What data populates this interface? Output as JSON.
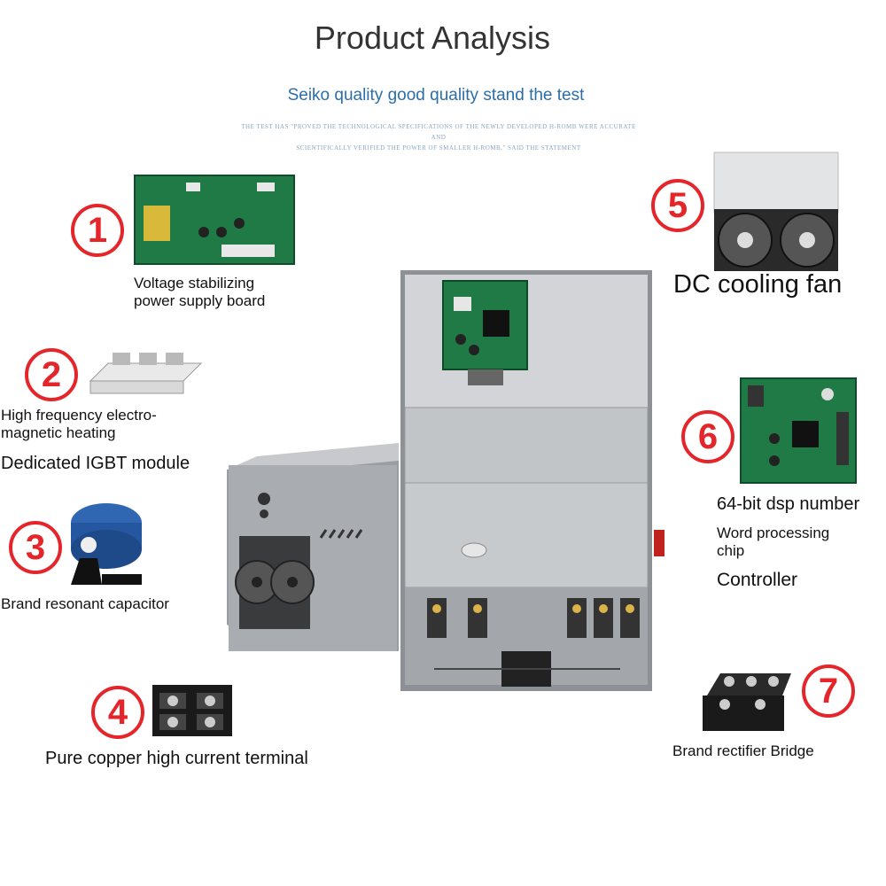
{
  "header": {
    "title": "Product Analysis",
    "subtitle": "Seiko quality good quality stand the test",
    "fine_print_line1": "THE TEST HAS \"PROVED THE TECHNOLOGICAL SPECIFICATIONS OF THE NEWLY DEVELOPED H-ROMB WERE ACCURATE AND",
    "fine_print_line2": "SCIENTIFICALLY VERIFIED THE POWER OF SMALLER H-ROMB,\" SAID THE STATEMENT"
  },
  "items": [
    {
      "number": "1",
      "label_line1": "Voltage stabilizing",
      "label_line2": "power supply board"
    },
    {
      "number": "2",
      "label_line1": "High frequency electro-",
      "label_line2": "magnetic heating",
      "label_extra": "Dedicated IGBT module"
    },
    {
      "number": "3",
      "label": "Brand resonant capacitor"
    },
    {
      "number": "4",
      "label": "Pure copper high current terminal"
    },
    {
      "number": "5",
      "label": "DC cooling fan"
    },
    {
      "number": "6",
      "label_line1": "64-bit dsp number",
      "label_line2": "Word processing",
      "label_line3": "chip",
      "label_line4": "Controller"
    },
    {
      "number": "7",
      "label": "Brand rectifier Bridge"
    }
  ],
  "colors": {
    "accent_red": "#e4262b",
    "subtitle_blue": "#2c6ea8",
    "pcb_green": "#1f7a45",
    "cabinet_gray": "#b9bcc0"
  }
}
